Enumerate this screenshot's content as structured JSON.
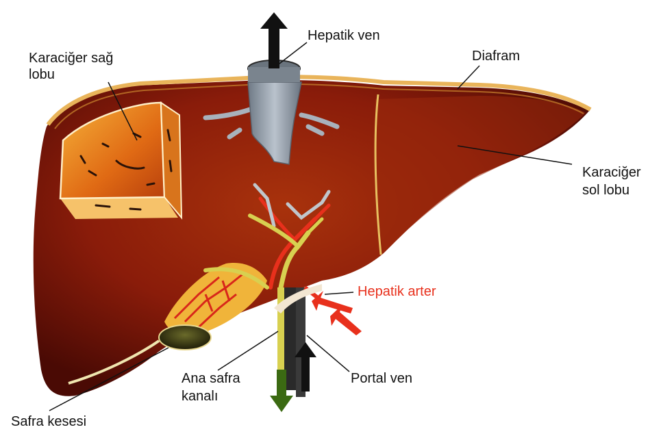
{
  "labels": {
    "hepatik_ven": "Hepatik ven",
    "karaciger_sag_lobu_1": "Karaciğer sağ",
    "karaciger_sag_lobu_2": "lobu",
    "diafram": "Diafram",
    "karaciger_sol_lobu_1": "Karaciğer",
    "karaciger_sol_lobu_2": "sol lobu",
    "hepatik_arter": "Hepatik arter",
    "portal_ven": "Portal ven",
    "ana_safra_kanali_1": "Ana safra",
    "ana_safra_kanali_2": "kanalı",
    "safra_kesesi": "Safra kesesi"
  },
  "colors": {
    "liver": "#8a1c0a",
    "liver_dark": "#4a0a04",
    "liver_light": "#c24a10",
    "diaphragm": "#e9b45a",
    "hepatic_vein": "#8f9aa6",
    "artery": "#e8301c",
    "bile_duct": "#d8d050",
    "portal_vein": "#2a2a2a",
    "gallbladder": "#3d3a14",
    "bile_arrow": "#3b6a12",
    "label_text": "#111111",
    "artery_label": "#e8301c"
  }
}
